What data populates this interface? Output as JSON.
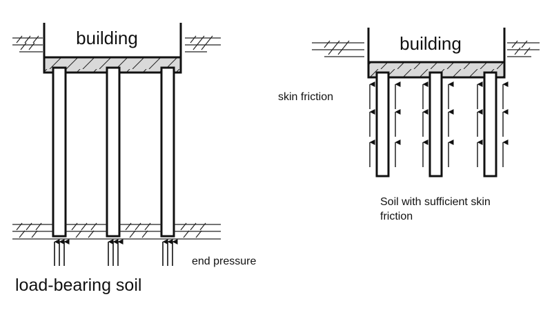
{
  "diagram": {
    "left": {
      "building_label": "building",
      "pressure_label": "end pressure",
      "soil_label": "load-bearing soil"
    },
    "right": {
      "building_label": "building",
      "friction_label": "skin friction",
      "soil_label_line1": "Soil with sufficient skin",
      "soil_label_line2": "friction"
    }
  }
}
